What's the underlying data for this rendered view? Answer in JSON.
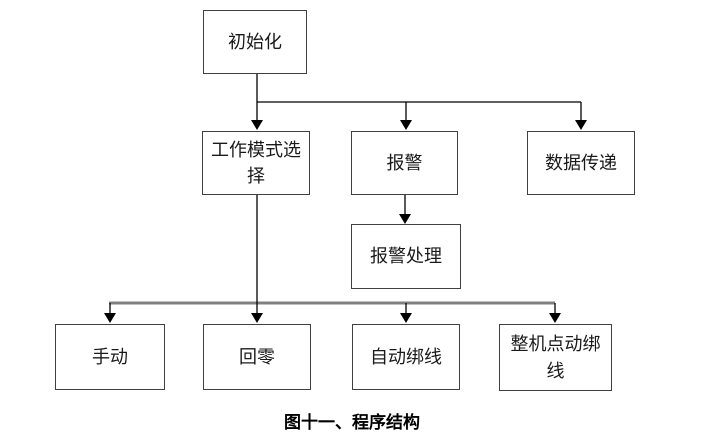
{
  "diagram": {
    "caption": "图十一、程序结构",
    "nodes": {
      "init": {
        "label": "初始化"
      },
      "mode_select": {
        "label": "工作模式选择"
      },
      "alarm": {
        "label": "报警"
      },
      "data_transfer": {
        "label": "数据传递"
      },
      "alarm_handling": {
        "label": "报警处理"
      },
      "manual": {
        "label": "手动"
      },
      "return_zero": {
        "label": "回零"
      },
      "auto_binding": {
        "label": "自动绑线"
      },
      "jog_binding": {
        "label": "整机点动绑线"
      }
    },
    "edges": [
      {
        "from": "init",
        "to": "mode_select"
      },
      {
        "from": "init",
        "to": "alarm"
      },
      {
        "from": "init",
        "to": "data_transfer"
      },
      {
        "from": "alarm",
        "to": "alarm_handling"
      },
      {
        "from": "mode_select",
        "to": "manual"
      },
      {
        "from": "mode_select",
        "to": "return_zero"
      },
      {
        "from": "mode_select",
        "to": "auto_binding"
      },
      {
        "from": "mode_select",
        "to": "jog_binding"
      }
    ],
    "colors": {
      "line": "#000000",
      "bus": "#808080",
      "box_border": "#404040",
      "text": "#1a1a1a"
    }
  }
}
